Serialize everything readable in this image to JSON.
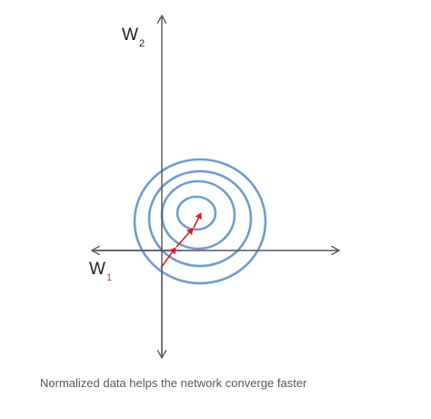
{
  "diagram": {
    "y_axis": {
      "letter": "W",
      "subscript": "2"
    },
    "x_axis": {
      "letter": "W",
      "subscript": "1"
    },
    "colors": {
      "axis": "#555555",
      "contour": "#6f9bd3",
      "path": "#d6202a",
      "x_subscript": "#c0392b",
      "y_subscript": "#222222"
    },
    "contour_count": 4,
    "optimization_steps": 3
  },
  "caption": {
    "text": "Normalized data helps the network converge faster"
  }
}
